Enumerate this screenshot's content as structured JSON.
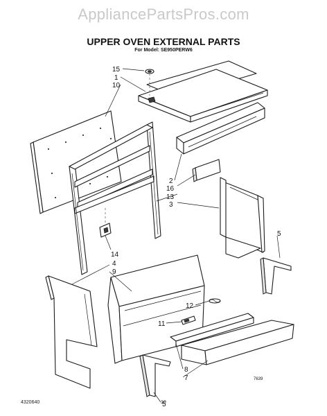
{
  "watermark": "AppliancePartsPros.com",
  "title": "UPPER OVEN EXTERNAL PARTS",
  "subtitle": "For Model: SE950PERW6",
  "callouts": [
    "15",
    "1",
    "10",
    "2",
    "16",
    "13",
    "3",
    "5",
    "14",
    "4",
    "9",
    "12",
    "11",
    "8",
    "7",
    "5"
  ],
  "drawing_code": "7639",
  "footer": {
    "part_number": "4320640",
    "page": "10"
  }
}
